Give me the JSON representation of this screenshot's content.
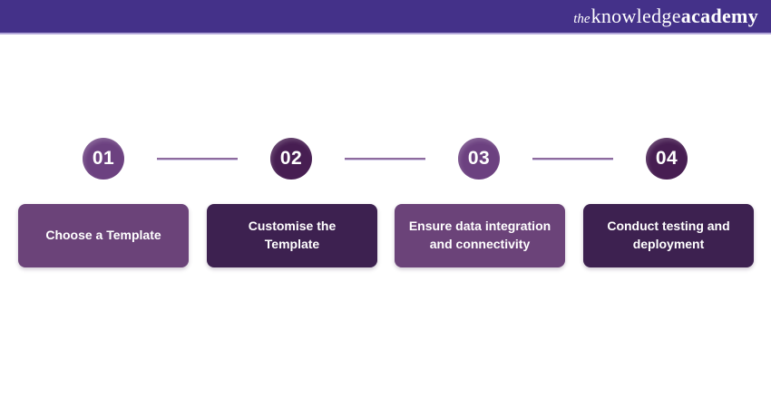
{
  "header": {
    "logo": {
      "the": "the",
      "knowledge": "knowledge",
      "academy": "academy"
    }
  },
  "steps": [
    {
      "number": "01",
      "label": "Choose a Template",
      "tone": "light"
    },
    {
      "number": "02",
      "label": "Customise the Template",
      "tone": "dark"
    },
    {
      "number": "03",
      "label": "Ensure data integration and connectivity",
      "tone": "light"
    },
    {
      "number": "04",
      "label": "Conduct testing and deployment",
      "tone": "dark"
    }
  ],
  "theme": {
    "header_bg": "#443189",
    "header_accent_line": "#b2a7d9",
    "circle_light": "#6c4180",
    "circle_dark": "#471e52",
    "box_light": "#6b4379",
    "box_dark": "#3d2150",
    "connector": "#8e6b9e",
    "text_on_purple": "#ffffff",
    "page_bg": "#ffffff"
  }
}
